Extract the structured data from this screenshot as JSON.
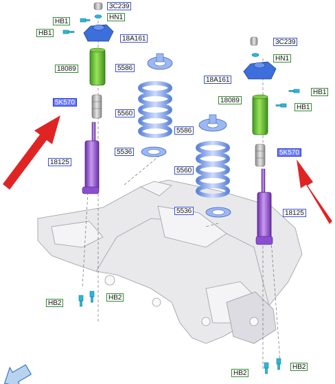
{
  "colors": {
    "green_label_border": "#2e8b2e",
    "blue_label_border": "#3a4fd6",
    "selected_label_fill": "#6f7dff",
    "arrow_red": "#e02424",
    "spring_blue": "#8aa8e8",
    "bump_stop_green": "#66cc33",
    "shock_purple": "#9a5cd6",
    "mount_blue": "#3c6fdc",
    "bolt_cyan": "#2ab8d8",
    "subframe_gray": "#e8e8ea"
  },
  "icons": {
    "nav_arrow": "back-arrow-icon",
    "callout_arrows": "red-pointer-arrow-icon"
  },
  "labels": {
    "left_3c239": "3C239",
    "left_hn1": "HN1",
    "left_hb1_top": "HB1",
    "left_hb1_side": "HB1",
    "left_18a161": "18A161",
    "left_18089": "18089",
    "left_5k570": "5K570",
    "left_18125": "18125",
    "left_hb2_a": "HB2",
    "left_hb2_b": "HB2",
    "mid_5586_left": "5586",
    "mid_5560_left": "5560",
    "mid_5536_left": "5536",
    "mid_5586_right": "5586",
    "mid_5560_right": "5560",
    "mid_5536_right": "5536",
    "right_3c239": "3C239",
    "right_hn1": "HN1",
    "right_18a161": "18A161",
    "right_hb1_a": "HB1",
    "right_hb1_b": "HB1",
    "right_18089": "18089",
    "right_5k570": "5K570",
    "right_18125": "18125",
    "right_hb2_a": "HB2",
    "right_hb2_b": "HB2"
  }
}
